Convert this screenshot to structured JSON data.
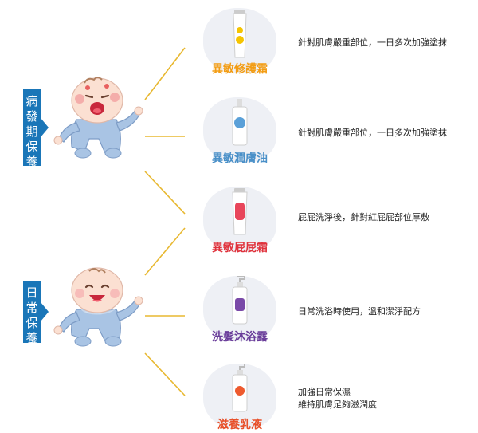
{
  "categories": [
    {
      "id": "sick",
      "label": "病發期保養"
    },
    {
      "id": "daily",
      "label": "日常保養"
    }
  ],
  "products": [
    {
      "name": "異敏修護霜",
      "color": "#f39c12",
      "accent": "#f5c400",
      "desc": [
        "針對肌膚嚴重部位，一日多次加強塗抹"
      ]
    },
    {
      "name": "異敏潤膚油",
      "color": "#4a90c8",
      "accent": "#5aa0d8",
      "desc": [
        "針對肌膚嚴重部位，一日多次加強塗抹"
      ]
    },
    {
      "name": "異敏屁屁霜",
      "color": "#e0323c",
      "accent": "#e8455a",
      "desc": [
        "屁屁洗淨後，針對紅屁屁部位厚敷"
      ]
    },
    {
      "name": "洗髮沐浴露",
      "color": "#6a3d9a",
      "accent": "#7a4aa8",
      "desc": [
        "日常洗浴時使用，溫和潔淨配方"
      ]
    },
    {
      "name": "滋養乳液",
      "color": "#e8502a",
      "accent": "#ee5a2e",
      "desc": [
        "加強日常保濕",
        "維持肌膚足夠滋潤度"
      ]
    }
  ],
  "colors": {
    "label_bg": "#1a76b8",
    "connector": "#e8b830",
    "blob": "#eef0f5",
    "baby_suit": "#a9c4e4"
  },
  "icons": [
    "crying-baby-icon",
    "happy-baby-icon"
  ]
}
